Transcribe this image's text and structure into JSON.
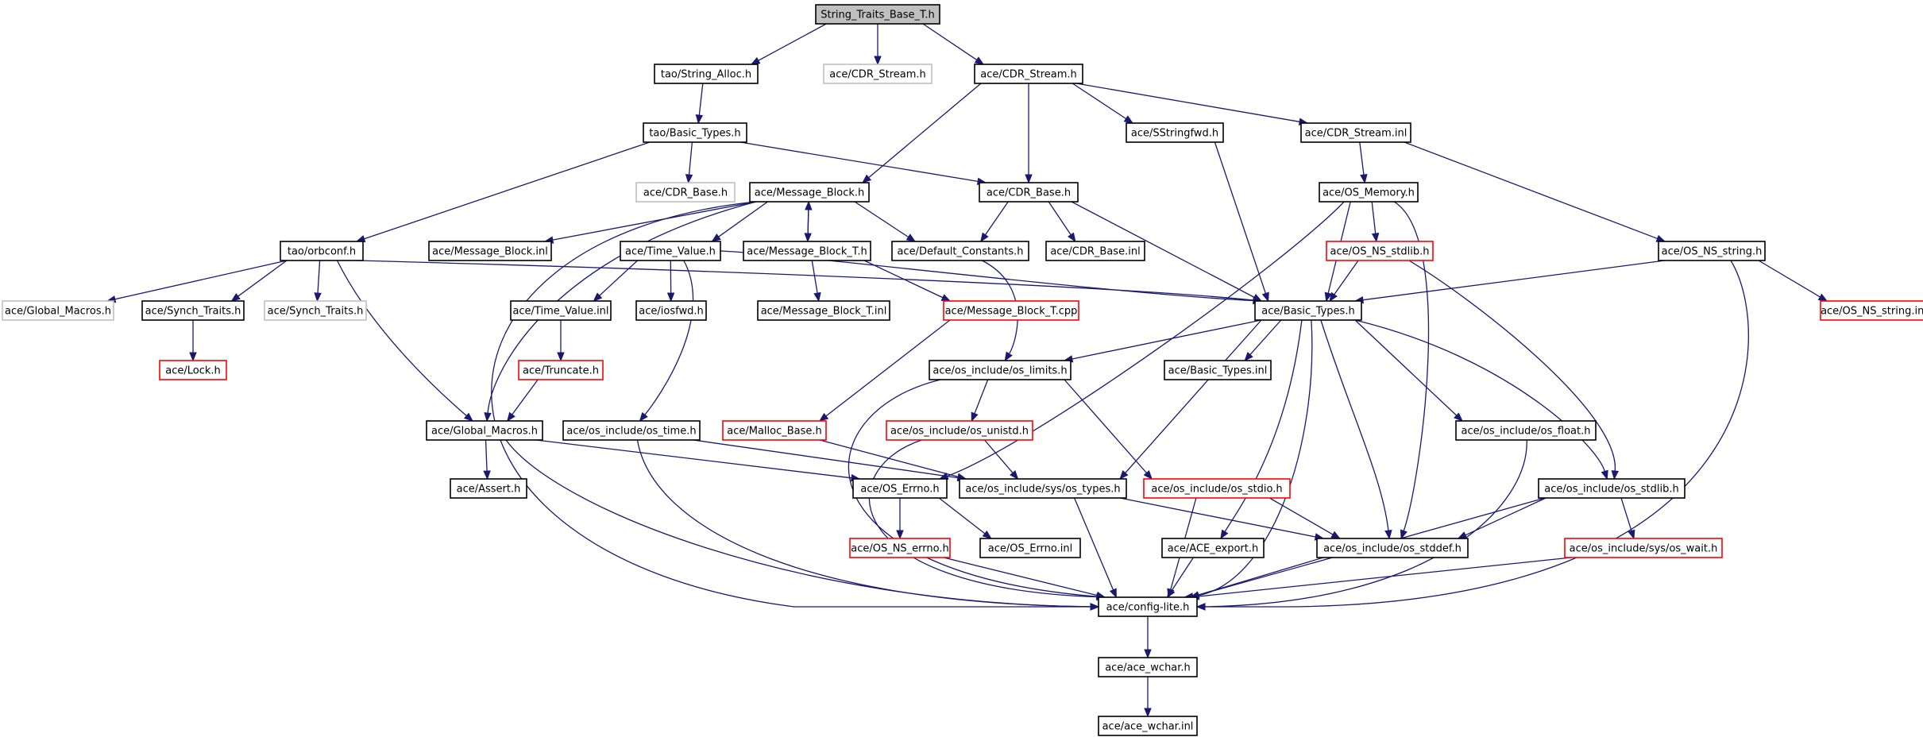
{
  "diagram": {
    "title": "",
    "nodes": {
      "root": {
        "label": "String_Traits_Base_T.h",
        "kind": "root"
      },
      "string_alloc": {
        "label": "tao/String_Alloc.h",
        "kind": "normal"
      },
      "cdr_stream_gray": {
        "label": "ace/CDR_Stream.h",
        "kind": "gray"
      },
      "cdr_stream": {
        "label": "ace/CDR_Stream.h",
        "kind": "normal"
      },
      "tao_basic_types": {
        "label": "tao/Basic_Types.h",
        "kind": "normal"
      },
      "sstringfwd": {
        "label": "ace/SStringfwd.h",
        "kind": "normal"
      },
      "cdr_stream_inl": {
        "label": "ace/CDR_Stream.inl",
        "kind": "normal"
      },
      "cdr_base_gray": {
        "label": "ace/CDR_Base.h",
        "kind": "gray"
      },
      "message_block": {
        "label": "ace/Message_Block.h",
        "kind": "normal"
      },
      "cdr_base": {
        "label": "ace/CDR_Base.h",
        "kind": "normal"
      },
      "os_memory": {
        "label": "ace/OS_Memory.h",
        "kind": "normal"
      },
      "orbconf": {
        "label": "tao/orbconf.h",
        "kind": "normal"
      },
      "message_block_inl": {
        "label": "ace/Message_Block.inl",
        "kind": "normal"
      },
      "time_value": {
        "label": "ace/Time_Value.h",
        "kind": "normal"
      },
      "message_block_t": {
        "label": "ace/Message_Block_T.h",
        "kind": "normal"
      },
      "default_constants": {
        "label": "ace/Default_Constants.h",
        "kind": "normal"
      },
      "cdr_base_inl": {
        "label": "ace/CDR_Base.inl",
        "kind": "normal"
      },
      "os_ns_stdlib": {
        "label": "ace/OS_NS_stdlib.h",
        "kind": "red"
      },
      "os_ns_string": {
        "label": "ace/OS_NS_string.h",
        "kind": "normal"
      },
      "global_macros_gray": {
        "label": "ace/Global_Macros.h",
        "kind": "gray"
      },
      "synch_traits": {
        "label": "ace/Synch_Traits.h",
        "kind": "normal"
      },
      "synch_traits_gray": {
        "label": "ace/Synch_Traits.h",
        "kind": "gray"
      },
      "time_value_inl": {
        "label": "ace/Time_Value.inl",
        "kind": "normal"
      },
      "iosfwd": {
        "label": "ace/iosfwd.h",
        "kind": "normal"
      },
      "message_block_t_inl": {
        "label": "ace/Message_Block_T.inl",
        "kind": "normal"
      },
      "message_block_t_cpp": {
        "label": "ace/Message_Block_T.cpp",
        "kind": "red"
      },
      "basic_types": {
        "label": "ace/Basic_Types.h",
        "kind": "normal"
      },
      "os_ns_string_inl": {
        "label": "ace/OS_NS_string.inl",
        "kind": "red"
      },
      "lock": {
        "label": "ace/Lock.h",
        "kind": "red"
      },
      "truncate": {
        "label": "ace/Truncate.h",
        "kind": "red"
      },
      "os_limits": {
        "label": "ace/os_include/os_limits.h",
        "kind": "normal"
      },
      "basic_types_inl": {
        "label": "ace/Basic_Types.inl",
        "kind": "normal"
      },
      "global_macros": {
        "label": "ace/Global_Macros.h",
        "kind": "normal"
      },
      "os_time": {
        "label": "ace/os_include/os_time.h",
        "kind": "normal"
      },
      "malloc_base": {
        "label": "ace/Malloc_Base.h",
        "kind": "red"
      },
      "os_unistd": {
        "label": "ace/os_include/os_unistd.h",
        "kind": "red"
      },
      "os_float": {
        "label": "ace/os_include/os_float.h",
        "kind": "normal"
      },
      "assert": {
        "label": "ace/Assert.h",
        "kind": "normal"
      },
      "os_errno": {
        "label": "ace/OS_Errno.h",
        "kind": "normal"
      },
      "sys_os_types": {
        "label": "ace/os_include/sys/os_types.h",
        "kind": "normal"
      },
      "os_stdio": {
        "label": "ace/os_include/os_stdio.h",
        "kind": "red"
      },
      "os_stdlib": {
        "label": "ace/os_include/os_stdlib.h",
        "kind": "normal"
      },
      "os_ns_errno": {
        "label": "ace/OS_NS_errno.h",
        "kind": "red"
      },
      "os_errno_inl": {
        "label": "ace/OS_Errno.inl",
        "kind": "normal"
      },
      "ace_export": {
        "label": "ace/ACE_export.h",
        "kind": "normal"
      },
      "os_stddef": {
        "label": "ace/os_include/os_stddef.h",
        "kind": "normal"
      },
      "sys_os_wait": {
        "label": "ace/os_include/sys/os_wait.h",
        "kind": "red"
      },
      "config_lite": {
        "label": "ace/config-lite.h",
        "kind": "normal"
      },
      "ace_wchar": {
        "label": "ace/ace_wchar.h",
        "kind": "normal"
      },
      "ace_wchar_inl": {
        "label": "ace/ace_wchar.inl",
        "kind": "normal"
      }
    },
    "edges": [
      [
        "root",
        "string_alloc"
      ],
      [
        "root",
        "cdr_stream_gray"
      ],
      [
        "root",
        "cdr_stream"
      ],
      [
        "string_alloc",
        "tao_basic_types"
      ],
      [
        "tao_basic_types",
        "cdr_base_gray"
      ],
      [
        "tao_basic_types",
        "orbconf"
      ],
      [
        "tao_basic_types",
        "cdr_base"
      ],
      [
        "cdr_stream",
        "message_block"
      ],
      [
        "cdr_stream",
        "cdr_base"
      ],
      [
        "cdr_stream",
        "sstringfwd"
      ],
      [
        "cdr_stream",
        "cdr_stream_inl"
      ],
      [
        "cdr_stream_inl",
        "os_memory"
      ],
      [
        "cdr_stream_inl",
        "os_ns_string"
      ],
      [
        "sstringfwd",
        "basic_types"
      ],
      [
        "message_block",
        "message_block_inl"
      ],
      [
        "message_block",
        "time_value"
      ],
      [
        "message_block",
        "message_block_t"
      ],
      [
        "message_block",
        "default_constants"
      ],
      [
        "message_block",
        "global_macros"
      ],
      [
        "message_block",
        "config_lite"
      ],
      [
        "message_block_t",
        "message_block"
      ],
      [
        "message_block_t",
        "message_block_t_inl"
      ],
      [
        "message_block_t",
        "message_block_t_cpp"
      ],
      [
        "cdr_base",
        "default_constants"
      ],
      [
        "cdr_base",
        "cdr_base_inl"
      ],
      [
        "cdr_base",
        "basic_types"
      ],
      [
        "default_constants",
        "os_limits"
      ],
      [
        "os_memory",
        "os_ns_stdlib"
      ],
      [
        "os_memory",
        "basic_types"
      ],
      [
        "os_memory",
        "os_errno"
      ],
      [
        "os_memory",
        "os_stddef"
      ],
      [
        "os_ns_stdlib",
        "basic_types"
      ],
      [
        "os_ns_stdlib",
        "os_stdlib"
      ],
      [
        "os_ns_string",
        "os_ns_string_inl"
      ],
      [
        "os_ns_string",
        "basic_types"
      ],
      [
        "os_ns_string",
        "config_lite"
      ],
      [
        "orbconf",
        "global_macros_gray"
      ],
      [
        "orbconf",
        "synch_traits"
      ],
      [
        "orbconf",
        "synch_traits_gray"
      ],
      [
        "orbconf",
        "global_macros"
      ],
      [
        "orbconf",
        "basic_types"
      ],
      [
        "synch_traits",
        "lock"
      ],
      [
        "time_value",
        "time_value_inl"
      ],
      [
        "time_value",
        "iosfwd"
      ],
      [
        "time_value",
        "os_time"
      ],
      [
        "time_value",
        "basic_types"
      ],
      [
        "time_value_inl",
        "truncate"
      ],
      [
        "truncate",
        "global_macros"
      ],
      [
        "message_block_t_cpp",
        "malloc_base"
      ],
      [
        "basic_types",
        "os_limits"
      ],
      [
        "basic_types",
        "basic_types_inl"
      ],
      [
        "basic_types",
        "os_float"
      ],
      [
        "basic_types",
        "sys_os_types"
      ],
      [
        "basic_types",
        "ace_export"
      ],
      [
        "basic_types",
        "os_stddef"
      ],
      [
        "basic_types",
        "os_stdlib"
      ],
      [
        "basic_types",
        "config_lite"
      ],
      [
        "os_limits",
        "os_unistd"
      ],
      [
        "os_limits",
        "os_stdio"
      ],
      [
        "os_limits",
        "config_lite"
      ],
      [
        "os_unistd",
        "sys_os_types"
      ],
      [
        "os_unistd",
        "config_lite"
      ],
      [
        "global_macros",
        "assert"
      ],
      [
        "global_macros",
        "os_errno"
      ],
      [
        "global_macros",
        "config_lite"
      ],
      [
        "os_time",
        "sys_os_types"
      ],
      [
        "os_time",
        "config_lite"
      ],
      [
        "malloc_base",
        "sys_os_types"
      ],
      [
        "os_float",
        "config_lite"
      ],
      [
        "os_errno",
        "os_ns_errno"
      ],
      [
        "os_errno",
        "os_errno_inl"
      ],
      [
        "os_ns_errno",
        "config_lite"
      ],
      [
        "sys_os_types",
        "os_stddef"
      ],
      [
        "sys_os_types",
        "config_lite"
      ],
      [
        "os_stdio",
        "os_stddef"
      ],
      [
        "os_stdio",
        "config_lite"
      ],
      [
        "os_stdlib",
        "os_stddef"
      ],
      [
        "os_stdlib",
        "sys_os_wait"
      ],
      [
        "os_stdlib",
        "config_lite"
      ],
      [
        "sys_os_wait",
        "config_lite"
      ],
      [
        "ace_export",
        "config_lite"
      ],
      [
        "os_stddef",
        "config_lite"
      ],
      [
        "config_lite",
        "ace_wchar"
      ],
      [
        "ace_wchar",
        "ace_wchar_inl"
      ]
    ],
    "colors": {
      "edge": "#191970",
      "border_normal": "#000000",
      "border_gray": "#bfbfbf",
      "border_red": "#ff0000",
      "root_fill": "#bfbfbf"
    }
  }
}
